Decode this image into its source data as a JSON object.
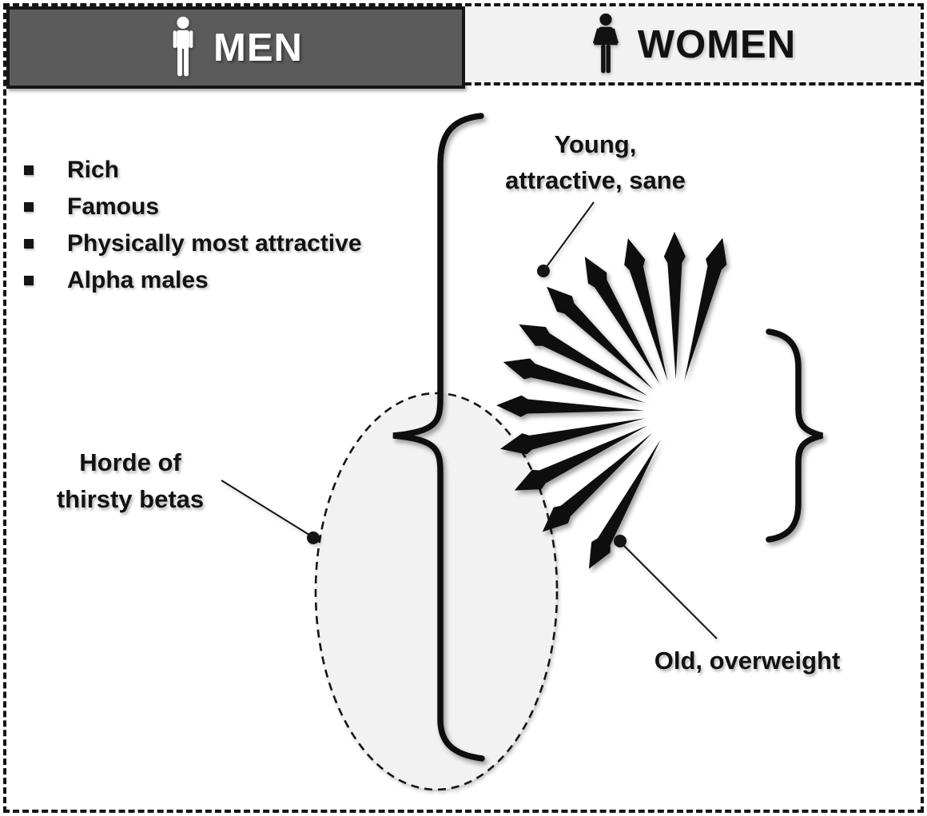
{
  "header": {
    "men": {
      "label": "MEN",
      "icon": "man-icon"
    },
    "women": {
      "label": "WOMEN",
      "icon": "woman-icon"
    }
  },
  "men_panel": {
    "bullets": [
      "Rich",
      "Famous",
      "Physically most attractive",
      "Alpha males"
    ]
  },
  "annotations": {
    "young": {
      "line1": "Young,",
      "line2": "attractive, sane"
    },
    "horde": {
      "line1": "Horde of",
      "line2": "thirsty betas"
    },
    "old": {
      "label": "Old, overweight"
    }
  },
  "colors": {
    "men_header_bg": "#5b5b5b",
    "men_header_text": "#ffffff",
    "women_header_bg": "#f2f2f2",
    "women_header_text": "#121212",
    "ink": "#141414",
    "horde_ellipse_fill": "#f2f2f2",
    "background": "#ffffff"
  }
}
